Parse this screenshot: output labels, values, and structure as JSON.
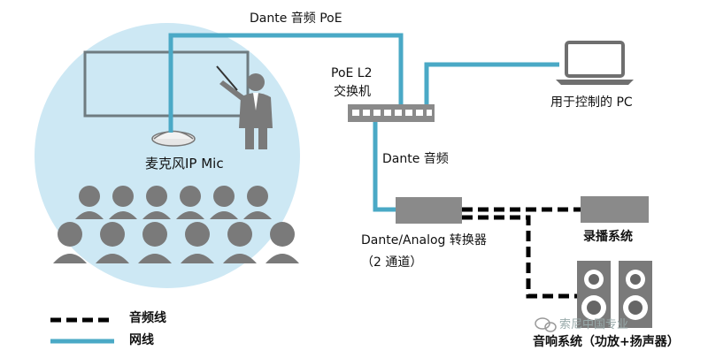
{
  "labels": {
    "dante_poe": "Dante 音频 PoE",
    "switch_line1": "PoE L2",
    "switch_line2": "交换机",
    "pc": "用于控制的 PC",
    "mic": "麦克风IP Mic",
    "dante_audio": "Dante 音频",
    "converter_line1": "Dante/Analog 转换器",
    "converter_line2": "（2 通道）",
    "recording": "录播系统",
    "speaker_system": "音响系统（功放+扬声器）"
  },
  "legend": {
    "audio_line": "音频线",
    "network_line": "网线"
  },
  "watermark": "索尼中国专业",
  "colors": {
    "network": "#4aa9c6",
    "audio": "#000000",
    "room_circle": "#cde8f4",
    "person": "#7a7a7a",
    "device": "#8a8a8a"
  }
}
